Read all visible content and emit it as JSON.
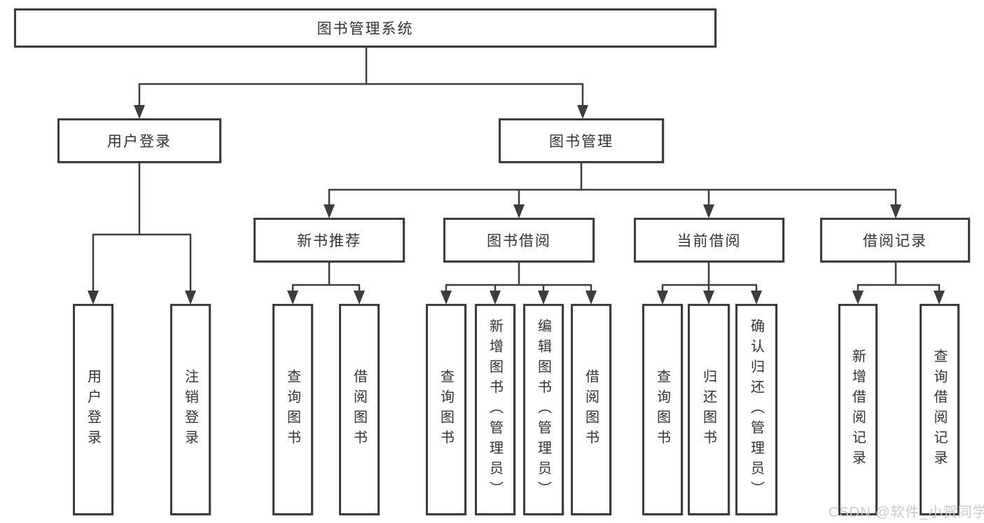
{
  "diagram_type": "tree",
  "tree": {
    "root": {
      "label": "图书管理系统",
      "children": [
        {
          "label": "用户登录",
          "children": [
            {
              "label": "用户登录"
            },
            {
              "label": "注销登录"
            }
          ]
        },
        {
          "label": "图书管理",
          "children": [
            {
              "label": "新书推荐",
              "children": [
                {
                  "label": "查询图书"
                },
                {
                  "label": "借阅图书"
                }
              ]
            },
            {
              "label": "图书借阅",
              "children": [
                {
                  "label": "查询图书"
                },
                {
                  "label": "新增图书（管理员）"
                },
                {
                  "label": "编辑图书（管理员）"
                },
                {
                  "label": "借阅图书"
                }
              ]
            },
            {
              "label": "当前借阅",
              "children": [
                {
                  "label": "查询图书"
                },
                {
                  "label": "归还图书"
                },
                {
                  "label": "确认归还（管理员）"
                }
              ]
            },
            {
              "label": "借阅记录",
              "children": [
                {
                  "label": "新增借阅记录"
                },
                {
                  "label": "查询借阅记录"
                }
              ]
            }
          ]
        }
      ]
    }
  },
  "watermark": {
    "text": "CSDN @软件_小贺同学"
  },
  "colors": {
    "line": "#3d3d3d",
    "box_border": "#3d3d3d",
    "text": "#333333",
    "background": "#ffffff",
    "watermark": "#c5c9d1"
  }
}
